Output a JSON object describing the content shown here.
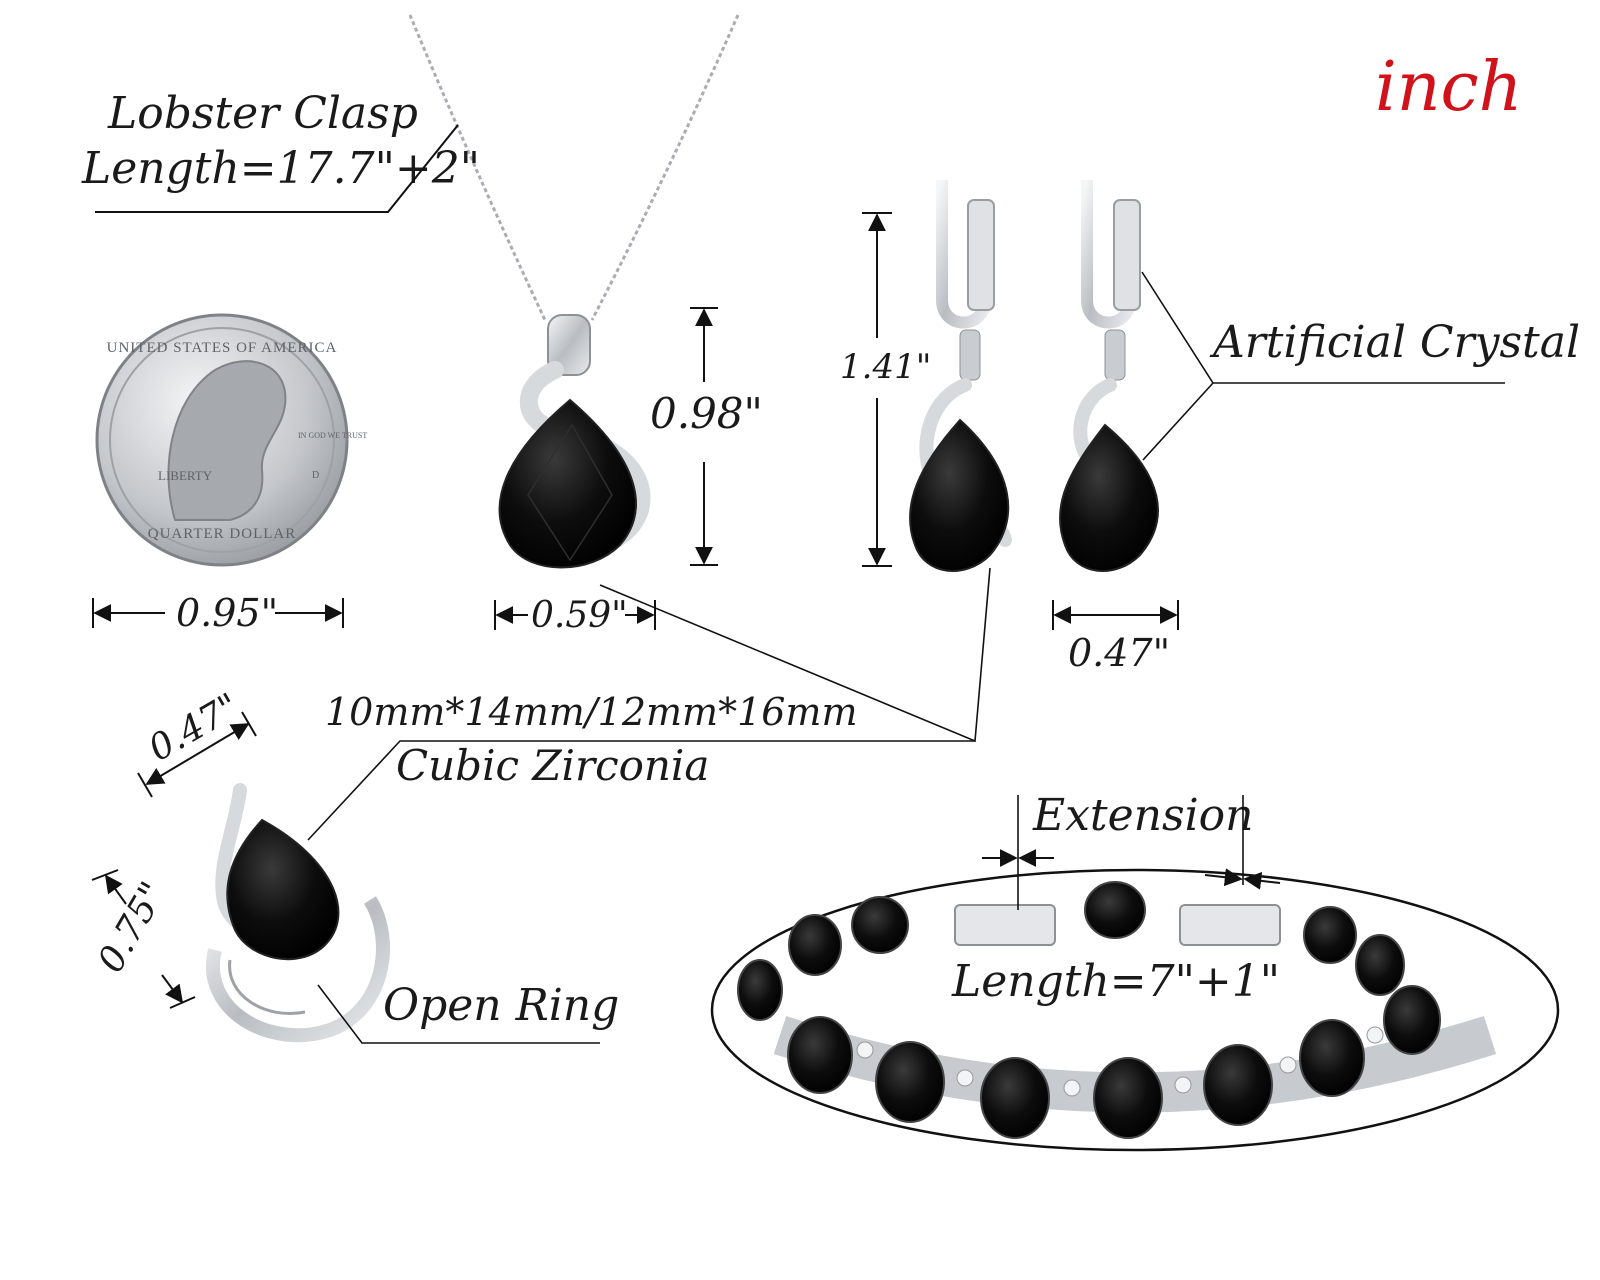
{
  "unit_label": "inch",
  "colors": {
    "unit": "#d0121b",
    "gem": "#0b0b0b",
    "metal": "#c9ccd1",
    "line": "#111111"
  },
  "necklace": {
    "clasp_title": "Lobster Clasp",
    "chain_length": "Length=17.7\"+2\"",
    "pendant_height": "0.98\"",
    "pendant_width": "0.59\""
  },
  "coin": {
    "top_text": "UNITED STATES OF AMERICA",
    "motto": "IN GOD WE TRUST",
    "liberty": "LIBERTY",
    "denomination": "QUARTER DOLLAR",
    "mint": "D",
    "diameter": "0.95\""
  },
  "earrings": {
    "height": "1.41\"",
    "width": "0.47\"",
    "material": "Artificial Crystal"
  },
  "stone": {
    "size": "10mm*14mm/12mm*16mm",
    "type": "Cubic Zirconia"
  },
  "ring": {
    "width": "0.47\"",
    "height": "0.75\"",
    "style": "Open Ring"
  },
  "bracelet": {
    "extension": "Extension",
    "length": "Length=7\"+1\""
  }
}
